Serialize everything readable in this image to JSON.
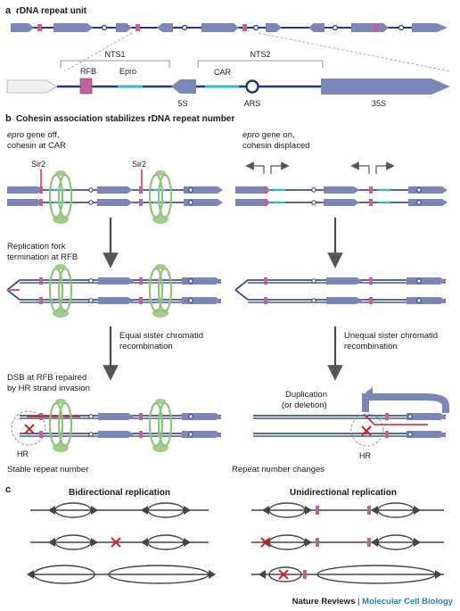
{
  "panel_a": {
    "letter": "a",
    "title": "rDNA repeat unit",
    "nts1": "NTS1",
    "nts2": "NTS2",
    "rfb": "RFB",
    "epro": "Epro",
    "car": "CAR",
    "s5": "5S",
    "ars": "ARS",
    "s35": "35S"
  },
  "panel_b": {
    "letter": "b",
    "title": "Cohesin association stabilizes rDNA repeat number",
    "left_head_italic": "epro",
    "left_head_rest": " gene off,",
    "left_head_line2": "cohesin at CAR",
    "right_head_italic": "epro",
    "right_head_rest": " gene on,",
    "right_head_line2": "cohesin displaced",
    "sir2_left": "Sir2",
    "sir2_right": "Sir2",
    "step_fork_1": "Replication fork",
    "step_fork_2": "termination at RFB",
    "equal_1": "Equal sister chromatid",
    "equal_2": "recombination",
    "unequal_1": "Unequal sister chromatid",
    "unequal_2": "recombination",
    "dsb_1": "DSB at RFB repaired",
    "dsb_2": "by HR strand invasion",
    "dup_1": "Duplication",
    "dup_2": "(or deletion)",
    "hr_left": "HR",
    "hr_right": "HR",
    "stable": "Stable repeat number",
    "changes": "Repeat number changes"
  },
  "panel_c": {
    "letter": "c",
    "left_title": "Bidirectional replication",
    "right_title": "Unidirectional replication"
  },
  "footer": {
    "journal": "Nature Reviews",
    "separator": " | ",
    "section": "Molecular Cell Biology"
  },
  "colors": {
    "dna_dark": "#1f3a6e",
    "gene_arrow": "#7a86b8",
    "rfb_pink": "#c2609a",
    "epro_cyan": "#39b6c9",
    "cohesin_green": "#8fc27a",
    "red": "#d42020",
    "footer_accent": "#2a7fa8"
  }
}
